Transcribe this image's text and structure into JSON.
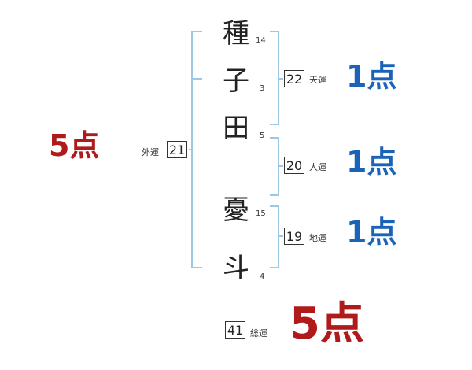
{
  "name_chars": [
    {
      "char": "種",
      "strokes": "14"
    },
    {
      "char": "子",
      "strokes": "3"
    },
    {
      "char": "田",
      "strokes": "5"
    },
    {
      "char": "憂",
      "strokes": "15"
    },
    {
      "char": "斗",
      "strokes": "4"
    }
  ],
  "ten": {
    "value": "22",
    "label": "天運",
    "score": "1点"
  },
  "jin": {
    "value": "20",
    "label": "人運",
    "score": "1点"
  },
  "chi": {
    "value": "19",
    "label": "地運",
    "score": "1点"
  },
  "gai": {
    "value": "21",
    "label": "外運",
    "score": "5点"
  },
  "so": {
    "value": "41",
    "label": "総運",
    "score": "5点"
  },
  "colors": {
    "bracket": "#9cc8e4",
    "score_blue": "#1a63b8",
    "score_red": "#b01a1a"
  }
}
